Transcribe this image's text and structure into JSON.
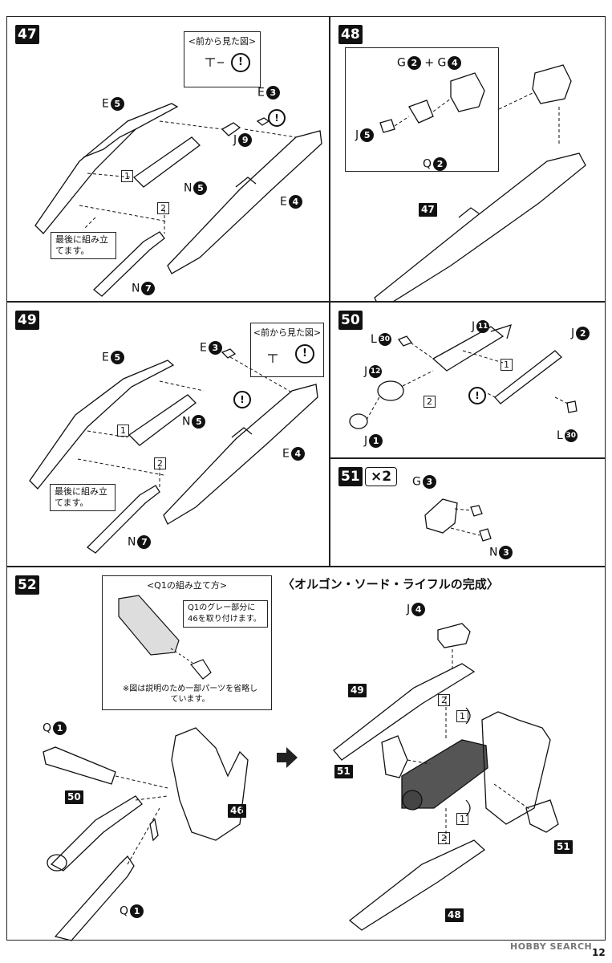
{
  "steps": {
    "s47": {
      "num": "47",
      "callout_title": "<前から見た図>",
      "labels": {
        "e5": "E",
        "e3": "E",
        "j9": "J",
        "n5": "N",
        "e4": "E",
        "n7": "N"
      },
      "circ": {
        "e5": "5",
        "e3": "3",
        "j9": "9",
        "n5": "5",
        "e4": "4",
        "n7": "7"
      },
      "boxes": {
        "b1": "1",
        "b2": "2"
      },
      "note": "最後に組み立てます。"
    },
    "s48": {
      "num": "48",
      "labels": {
        "g": "G",
        "plus": "+ G",
        "j5": "J",
        "q2": "Q"
      },
      "circ": {
        "g2": "2",
        "g4": "4",
        "j5": "5",
        "q2": "2"
      },
      "ref": "47"
    },
    "s49": {
      "num": "49",
      "callout_title": "<前から見た図>",
      "labels": {
        "e5": "E",
        "e3": "E",
        "n5": "N",
        "e4": "E",
        "n7": "N"
      },
      "circ": {
        "e5": "5",
        "e3": "3",
        "n5": "5",
        "e4": "4",
        "n7": "7"
      },
      "boxes": {
        "b1": "1",
        "b2": "2"
      },
      "note": "最後に組み立てます。"
    },
    "s50": {
      "num": "50",
      "labels": {
        "l30a": "L",
        "j11": "J",
        "j2": "J",
        "j12": "J",
        "j1": "J",
        "l30b": "L"
      },
      "circ": {
        "l30a": "30",
        "j11": "11",
        "j2": "2",
        "j12": "12",
        "j1": "1",
        "l30b": "30"
      },
      "boxes": {
        "b1": "1",
        "b2": "2"
      }
    },
    "s51": {
      "num": "51",
      "mult": "×2",
      "labels": {
        "g3": "G",
        "n3": "N"
      },
      "circ": {
        "g3": "3",
        "n3": "3"
      }
    },
    "s52": {
      "num": "52",
      "callout_title": "<Q1の組み立て方>",
      "callout_note": "Q1のグレー部分に46を取り付けます。",
      "callout_sub": "※図は説明のため一部パーツを省略しています。",
      "labels": {
        "q1a": "Q",
        "q1b": "Q"
      },
      "circ": {
        "q1a": "1",
        "q1b": "1"
      },
      "refs": {
        "r50": "50",
        "r46": "46"
      }
    },
    "complete": {
      "heading": "〈オルゴン・ソード・ライフルの完成〉",
      "labels": {
        "j4": "J"
      },
      "circ": {
        "j4": "4"
      },
      "refs": {
        "r49": "49",
        "r51a": "51",
        "r51b": "51",
        "r48": "48"
      },
      "boxes": {
        "b2a": "2",
        "b2b": "2",
        "b1a": "1",
        "b1b": "1"
      }
    }
  },
  "footer": {
    "page_number": "12",
    "logo": "HOBBY SEARCH"
  }
}
